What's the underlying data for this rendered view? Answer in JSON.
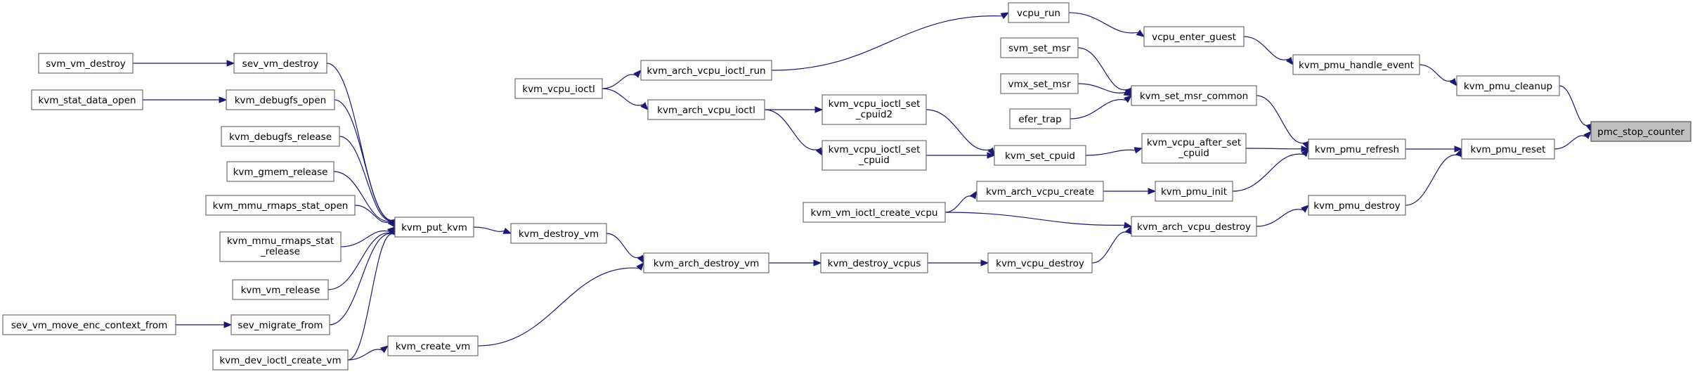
{
  "target": "pmc_stop_counter",
  "nodes": {
    "svm_vm_destroy": {
      "lines": [
        "svm_vm_destroy"
      ]
    },
    "kvm_stat_data_open": {
      "lines": [
        "kvm_stat_data_open"
      ]
    },
    "kvm_debugfs_release": {
      "lines": [
        "kvm_debugfs_release"
      ]
    },
    "kvm_gmem_release": {
      "lines": [
        "kvm_gmem_release"
      ]
    },
    "kvm_mmu_rmaps_stat_open": {
      "lines": [
        "kvm_mmu_rmaps_stat_open"
      ]
    },
    "kvm_mmu_rmaps_stat_release": {
      "lines": [
        "kvm_mmu_rmaps_stat",
        "_release"
      ]
    },
    "kvm_vm_release": {
      "lines": [
        "kvm_vm_release"
      ]
    },
    "sev_vm_move_enc_context_from": {
      "lines": [
        "sev_vm_move_enc_context_from"
      ]
    },
    "kvm_dev_ioctl_create_vm": {
      "lines": [
        "kvm_dev_ioctl_create_vm"
      ]
    },
    "sev_vm_destroy": {
      "lines": [
        "sev_vm_destroy"
      ]
    },
    "kvm_debugfs_open": {
      "lines": [
        "kvm_debugfs_open"
      ]
    },
    "sev_migrate_from": {
      "lines": [
        "sev_migrate_from"
      ]
    },
    "kvm_put_kvm": {
      "lines": [
        "kvm_put_kvm"
      ]
    },
    "kvm_create_vm": {
      "lines": [
        "kvm_create_vm"
      ]
    },
    "kvm_vcpu_ioctl": {
      "lines": [
        "kvm_vcpu_ioctl"
      ]
    },
    "kvm_destroy_vm": {
      "lines": [
        "kvm_destroy_vm"
      ]
    },
    "kvm_arch_vcpu_ioctl_run": {
      "lines": [
        "kvm_arch_vcpu_ioctl_run"
      ]
    },
    "kvm_arch_vcpu_ioctl": {
      "lines": [
        "kvm_arch_vcpu_ioctl"
      ]
    },
    "kvm_arch_destroy_vm": {
      "lines": [
        "kvm_arch_destroy_vm"
      ]
    },
    "kvm_vm_ioctl_create_vcpu": {
      "lines": [
        "kvm_vm_ioctl_create_vcpu"
      ]
    },
    "kvm_vcpu_ioctl_set_cpuid2": {
      "lines": [
        "kvm_vcpu_ioctl_set",
        "_cpuid2"
      ]
    },
    "kvm_vcpu_ioctl_set_cpuid": {
      "lines": [
        "kvm_vcpu_ioctl_set",
        "_cpuid"
      ]
    },
    "kvm_destroy_vcpus": {
      "lines": [
        "kvm_destroy_vcpus"
      ]
    },
    "vcpu_run": {
      "lines": [
        "vcpu_run"
      ]
    },
    "svm_set_msr": {
      "lines": [
        "svm_set_msr"
      ]
    },
    "vmx_set_msr": {
      "lines": [
        "vmx_set_msr"
      ]
    },
    "efer_trap": {
      "lines": [
        "efer_trap"
      ]
    },
    "kvm_set_cpuid": {
      "lines": [
        "kvm_set_cpuid"
      ]
    },
    "kvm_arch_vcpu_create": {
      "lines": [
        "kvm_arch_vcpu_create"
      ]
    },
    "kvm_vcpu_destroy": {
      "lines": [
        "kvm_vcpu_destroy"
      ]
    },
    "vcpu_enter_guest": {
      "lines": [
        "vcpu_enter_guest"
      ]
    },
    "kvm_set_msr_common": {
      "lines": [
        "kvm_set_msr_common"
      ]
    },
    "kvm_vcpu_after_set_cpuid": {
      "lines": [
        "kvm_vcpu_after_set",
        "_cpuid"
      ]
    },
    "kvm_pmu_init": {
      "lines": [
        "kvm_pmu_init"
      ]
    },
    "kvm_arch_vcpu_destroy": {
      "lines": [
        "kvm_arch_vcpu_destroy"
      ]
    },
    "kvm_pmu_handle_event": {
      "lines": [
        "kvm_pmu_handle_event"
      ]
    },
    "kvm_pmu_refresh": {
      "lines": [
        "kvm_pmu_refresh"
      ]
    },
    "kvm_pmu_destroy": {
      "lines": [
        "kvm_pmu_destroy"
      ]
    },
    "kvm_pmu_cleanup": {
      "lines": [
        "kvm_pmu_cleanup"
      ]
    },
    "kvm_pmu_reset": {
      "lines": [
        "kvm_pmu_reset"
      ]
    },
    "pmc_stop_counter": {
      "lines": [
        "pmc_stop_counter"
      ]
    }
  },
  "edges": [
    [
      "svm_vm_destroy",
      "sev_vm_destroy"
    ],
    [
      "kvm_stat_data_open",
      "kvm_debugfs_open"
    ],
    [
      "sev_vm_move_enc_context_from",
      "sev_migrate_from"
    ],
    [
      "sev_vm_destroy",
      "kvm_put_kvm"
    ],
    [
      "kvm_debugfs_open",
      "kvm_put_kvm"
    ],
    [
      "kvm_debugfs_release",
      "kvm_put_kvm"
    ],
    [
      "kvm_gmem_release",
      "kvm_put_kvm"
    ],
    [
      "kvm_mmu_rmaps_stat_open",
      "kvm_put_kvm"
    ],
    [
      "kvm_mmu_rmaps_stat_release",
      "kvm_put_kvm"
    ],
    [
      "kvm_vm_release",
      "kvm_put_kvm"
    ],
    [
      "sev_migrate_from",
      "kvm_put_kvm"
    ],
    [
      "kvm_dev_ioctl_create_vm",
      "kvm_put_kvm"
    ],
    [
      "kvm_dev_ioctl_create_vm",
      "kvm_create_vm"
    ],
    [
      "kvm_put_kvm",
      "kvm_destroy_vm"
    ],
    [
      "kvm_destroy_vm",
      "kvm_arch_destroy_vm"
    ],
    [
      "kvm_create_vm",
      "kvm_arch_destroy_vm"
    ],
    [
      "kvm_arch_destroy_vm",
      "kvm_destroy_vcpus"
    ],
    [
      "kvm_destroy_vcpus",
      "kvm_vcpu_destroy"
    ],
    [
      "kvm_vcpu_destroy",
      "kvm_arch_vcpu_destroy"
    ],
    [
      "kvm_vm_ioctl_create_vcpu",
      "kvm_arch_vcpu_destroy"
    ],
    [
      "kvm_vm_ioctl_create_vcpu",
      "kvm_arch_vcpu_create"
    ],
    [
      "kvm_arch_vcpu_create",
      "kvm_pmu_init"
    ],
    [
      "kvm_arch_vcpu_destroy",
      "kvm_pmu_destroy"
    ],
    [
      "kvm_vcpu_ioctl",
      "kvm_arch_vcpu_ioctl_run"
    ],
    [
      "kvm_vcpu_ioctl",
      "kvm_arch_vcpu_ioctl"
    ],
    [
      "kvm_arch_vcpu_ioctl_run",
      "vcpu_run"
    ],
    [
      "vcpu_run",
      "vcpu_enter_guest"
    ],
    [
      "vcpu_enter_guest",
      "kvm_pmu_handle_event"
    ],
    [
      "kvm_pmu_handle_event",
      "kvm_pmu_cleanup"
    ],
    [
      "kvm_arch_vcpu_ioctl",
      "kvm_vcpu_ioctl_set_cpuid2"
    ],
    [
      "kvm_arch_vcpu_ioctl",
      "kvm_vcpu_ioctl_set_cpuid"
    ],
    [
      "kvm_vcpu_ioctl_set_cpuid2",
      "kvm_set_cpuid"
    ],
    [
      "kvm_vcpu_ioctl_set_cpuid",
      "kvm_set_cpuid"
    ],
    [
      "kvm_set_cpuid",
      "kvm_vcpu_after_set_cpuid"
    ],
    [
      "kvm_vcpu_after_set_cpuid",
      "kvm_pmu_refresh"
    ],
    [
      "svm_set_msr",
      "kvm_set_msr_common"
    ],
    [
      "vmx_set_msr",
      "kvm_set_msr_common"
    ],
    [
      "efer_trap",
      "kvm_set_msr_common"
    ],
    [
      "kvm_set_msr_common",
      "kvm_pmu_refresh"
    ],
    [
      "kvm_pmu_init",
      "kvm_pmu_refresh"
    ],
    [
      "kvm_pmu_refresh",
      "kvm_pmu_reset"
    ],
    [
      "kvm_pmu_destroy",
      "kvm_pmu_reset"
    ],
    [
      "kvm_pmu_cleanup",
      "pmc_stop_counter"
    ],
    [
      "kvm_pmu_reset",
      "pmc_stop_counter"
    ]
  ]
}
